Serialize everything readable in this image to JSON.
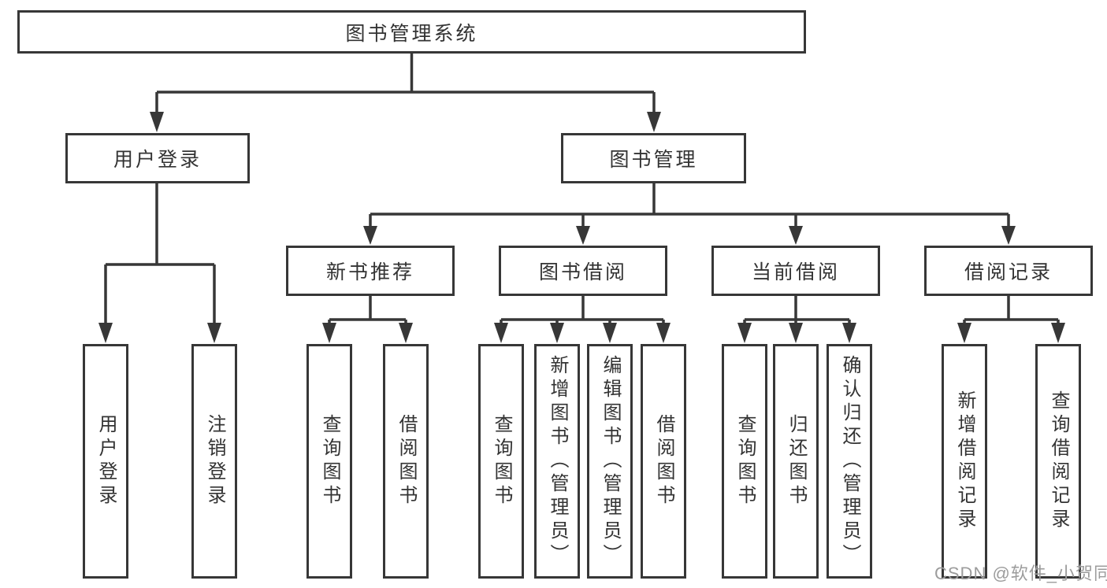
{
  "nodes": {
    "root": "图书管理系统",
    "l2_user_login": "用户登录",
    "l2_book_mgmt": "图书管理",
    "l3_new_book": "新书推荐",
    "l3_borrow": "图书借阅",
    "l3_current": "当前借阅",
    "l3_records": "借阅记录",
    "leaf_login": "用户登录",
    "leaf_logout": "注销登录",
    "leaf_nb_query": "查询图书",
    "leaf_nb_borrow": "借阅图书",
    "leaf_bb_query": "查询图书",
    "leaf_bb_add": "新增图书（管理员）",
    "leaf_bb_edit": "编辑图书（管理员）",
    "leaf_bb_borrow": "借阅图书",
    "leaf_cb_query": "查询图书",
    "leaf_cb_return": "归还图书",
    "leaf_cb_confirm": "确认归还（管理员）",
    "leaf_rec_add": "新增借阅记录",
    "leaf_rec_query": "查询借阅记录"
  },
  "watermark": "CSDN @软件_小贺同学",
  "colors": {
    "line": "#373737",
    "box_border": "#373737",
    "text": "#333333",
    "watermark": "#9c9c9c",
    "background": "#ffffff"
  }
}
